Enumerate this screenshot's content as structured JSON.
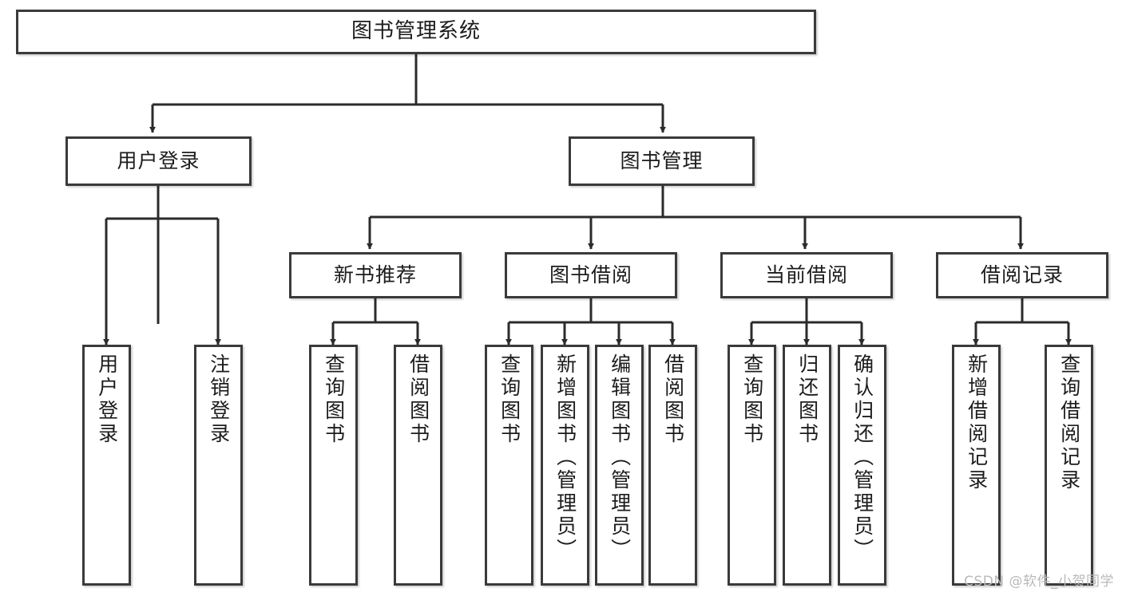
{
  "diagram": {
    "title": "图书管理系统",
    "type": "tree-hierarchy-diagram",
    "watermark": "CSDN @软件_小贺同学",
    "colors": {
      "box_border": "#3a3a3a",
      "box_fill": "#ffffff",
      "edge": "#2b2b2b",
      "text": "#1c1c1c",
      "watermark": "#b9b9b9",
      "background": "#ffffff"
    },
    "nodes": {
      "root": {
        "label": "图书管理系统"
      },
      "level2": [
        {
          "id": "user-login",
          "label": "用户登录"
        },
        {
          "id": "book-management",
          "label": "图书管理"
        }
      ],
      "level3": [
        {
          "id": "new-book-recommend",
          "label": "新书推荐"
        },
        {
          "id": "book-borrow",
          "label": "图书借阅"
        },
        {
          "id": "current-borrow",
          "label": "当前借阅"
        },
        {
          "id": "borrow-record",
          "label": "借阅记录"
        }
      ],
      "leaves": {
        "user_login": [
          {
            "id": "leaf-user-login",
            "label": "用户登录"
          },
          {
            "id": "leaf-logout-login",
            "label": "注销登录"
          }
        ],
        "new_book_recommend": [
          {
            "id": "leaf-query-book-1",
            "label": "查询图书"
          },
          {
            "id": "leaf-borrow-book-1",
            "label": "借阅图书"
          }
        ],
        "book_borrow": [
          {
            "id": "leaf-query-book-2",
            "label": "查询图书"
          },
          {
            "id": "leaf-add-book",
            "label": "新增图书（管理员）"
          },
          {
            "id": "leaf-edit-book",
            "label": "编辑图书（管理员）"
          },
          {
            "id": "leaf-borrow-book-2",
            "label": "借阅图书"
          }
        ],
        "current_borrow": [
          {
            "id": "leaf-query-book-3",
            "label": "查询图书"
          },
          {
            "id": "leaf-return-book",
            "label": "归还图书"
          },
          {
            "id": "leaf-confirm-return",
            "label": "确认归还（管理员）"
          }
        ],
        "borrow_record": [
          {
            "id": "leaf-add-record",
            "label": "新增借阅记录"
          },
          {
            "id": "leaf-query-record",
            "label": "查询借阅记录"
          }
        ]
      }
    }
  }
}
